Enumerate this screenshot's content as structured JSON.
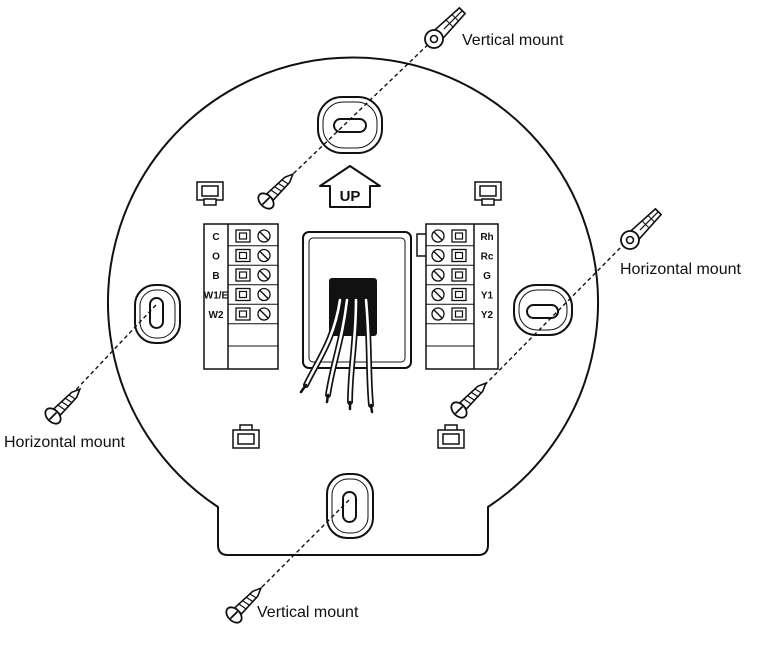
{
  "callouts": {
    "vertical_top": "Vertical mount",
    "horizontal_right": "Horizontal mount",
    "horizontal_left": "Horizontal mount",
    "vertical_bottom": "Vertical mount"
  },
  "up_label": "UP",
  "left_terminals": [
    {
      "label": "C"
    },
    {
      "label": "O"
    },
    {
      "label": "B"
    },
    {
      "label": "W1/E"
    },
    {
      "label": "W2"
    }
  ],
  "right_terminals": [
    {
      "label": "Rh"
    },
    {
      "label": "Rc"
    },
    {
      "label": "G"
    },
    {
      "label": "Y1"
    },
    {
      "label": "Y2"
    }
  ]
}
